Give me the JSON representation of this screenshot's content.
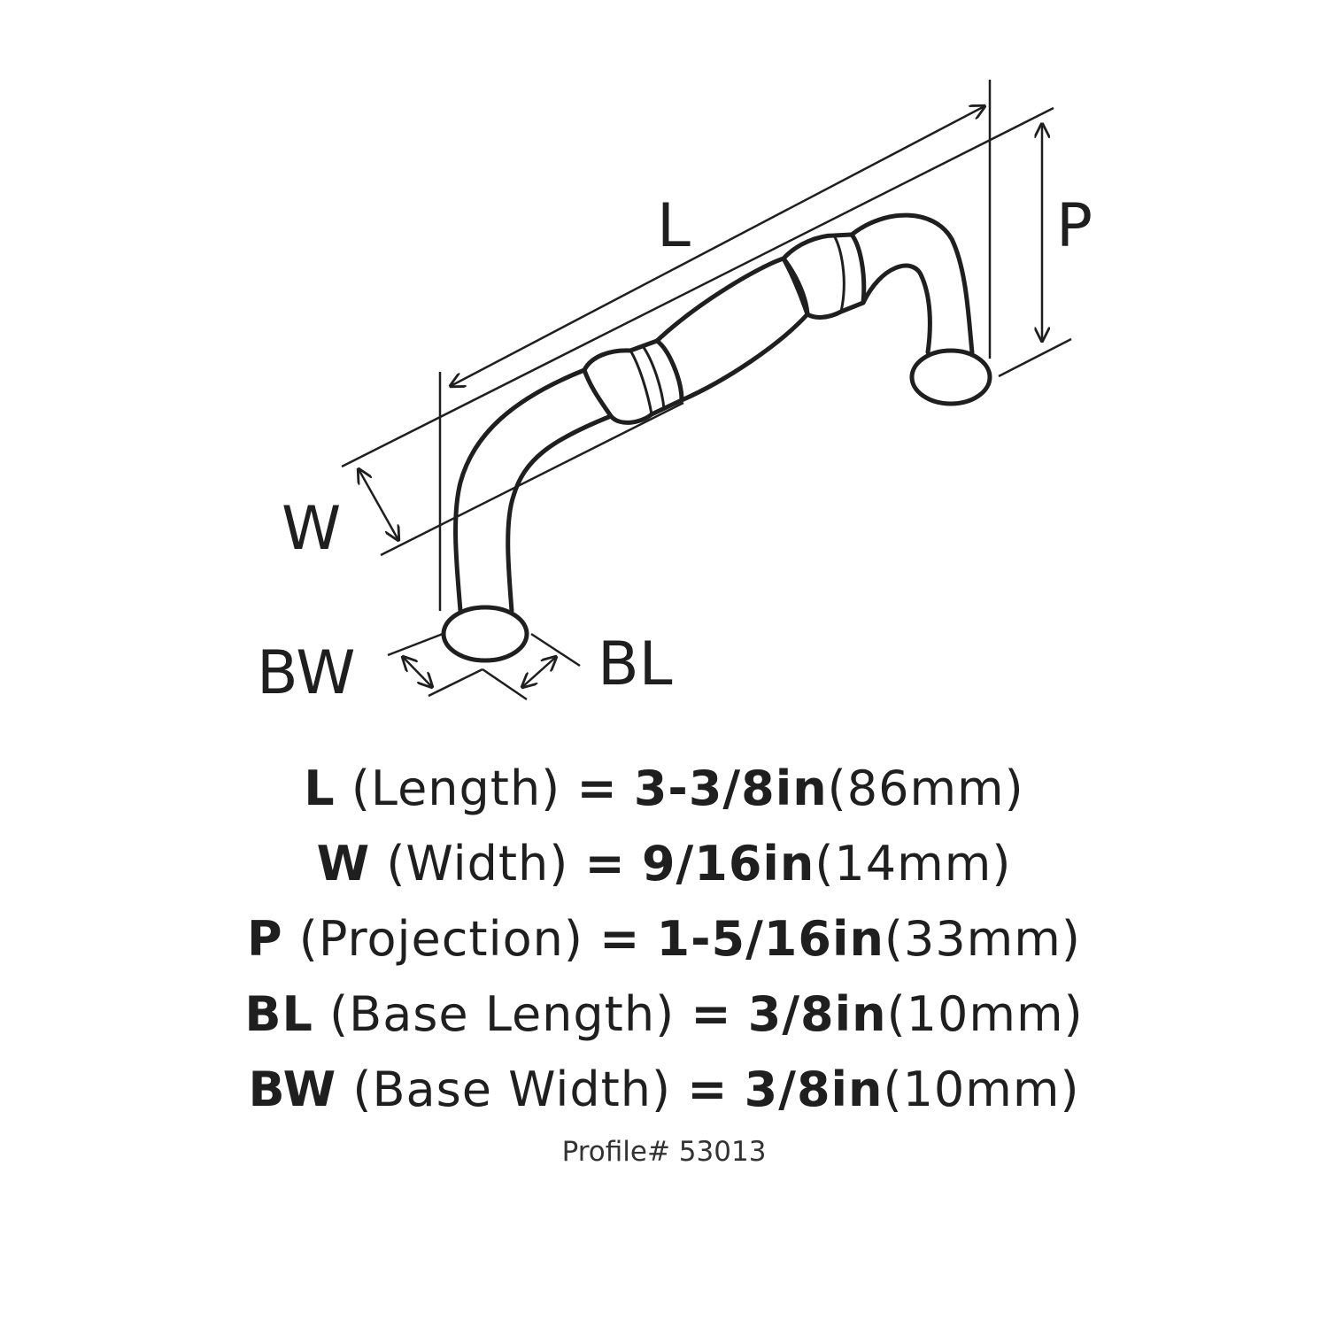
{
  "diagram": {
    "labels": {
      "L": "L",
      "P": "P",
      "W": "W",
      "BW": "BW",
      "BL": "BL"
    }
  },
  "specs": [
    {
      "abbr": "L",
      "name": "(Length)",
      "equals": "=",
      "inch": "3-3/8in",
      "mm": "(86mm)"
    },
    {
      "abbr": "W",
      "name": "(Width)",
      "equals": "=",
      "inch": "9/16in",
      "mm": "(14mm)"
    },
    {
      "abbr": "P",
      "name": "(Projection)",
      "equals": "=",
      "inch": "1-5/16in",
      "mm": "(33mm)"
    },
    {
      "abbr": "BL",
      "name": "(Base Length)",
      "equals": "=",
      "inch": "3/8in",
      "mm": "(10mm)"
    },
    {
      "abbr": "BW",
      "name": "(Base Width)",
      "equals": "=",
      "inch": "3/8in",
      "mm": "(10mm)"
    }
  ],
  "profile": "Profile# 53013",
  "colors": {
    "ink": "#1f1f1f",
    "background": "#ffffff"
  }
}
